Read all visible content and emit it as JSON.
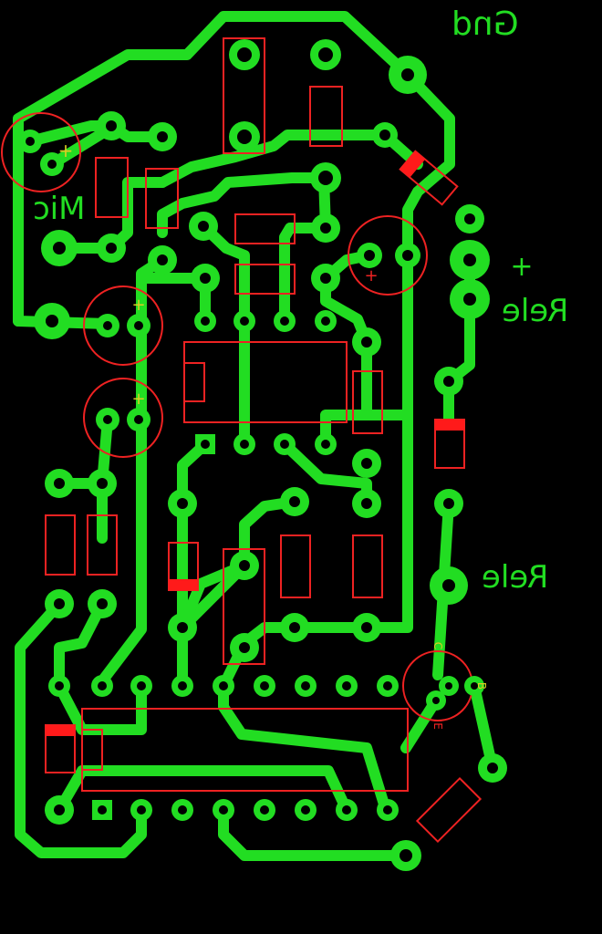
{
  "colors": {
    "background": "#000000",
    "copper": "#22dd22",
    "silk": "#ee2222",
    "silk_fill": "#ff1a1a",
    "overlap": "#ddcc22",
    "hole": "#000000"
  },
  "labels": {
    "gnd": "Gnd",
    "mic": "Mic",
    "rele_top": "Rele",
    "rele_plus": "+",
    "rele_bottom": "Rele",
    "plus_mic": "+",
    "plus_cap_right": "+",
    "plus_cap_left_top": "+",
    "plus_cap_left_bottom": "+",
    "transistor_c": "C",
    "transistor_b": "B",
    "transistor_e": "E"
  }
}
